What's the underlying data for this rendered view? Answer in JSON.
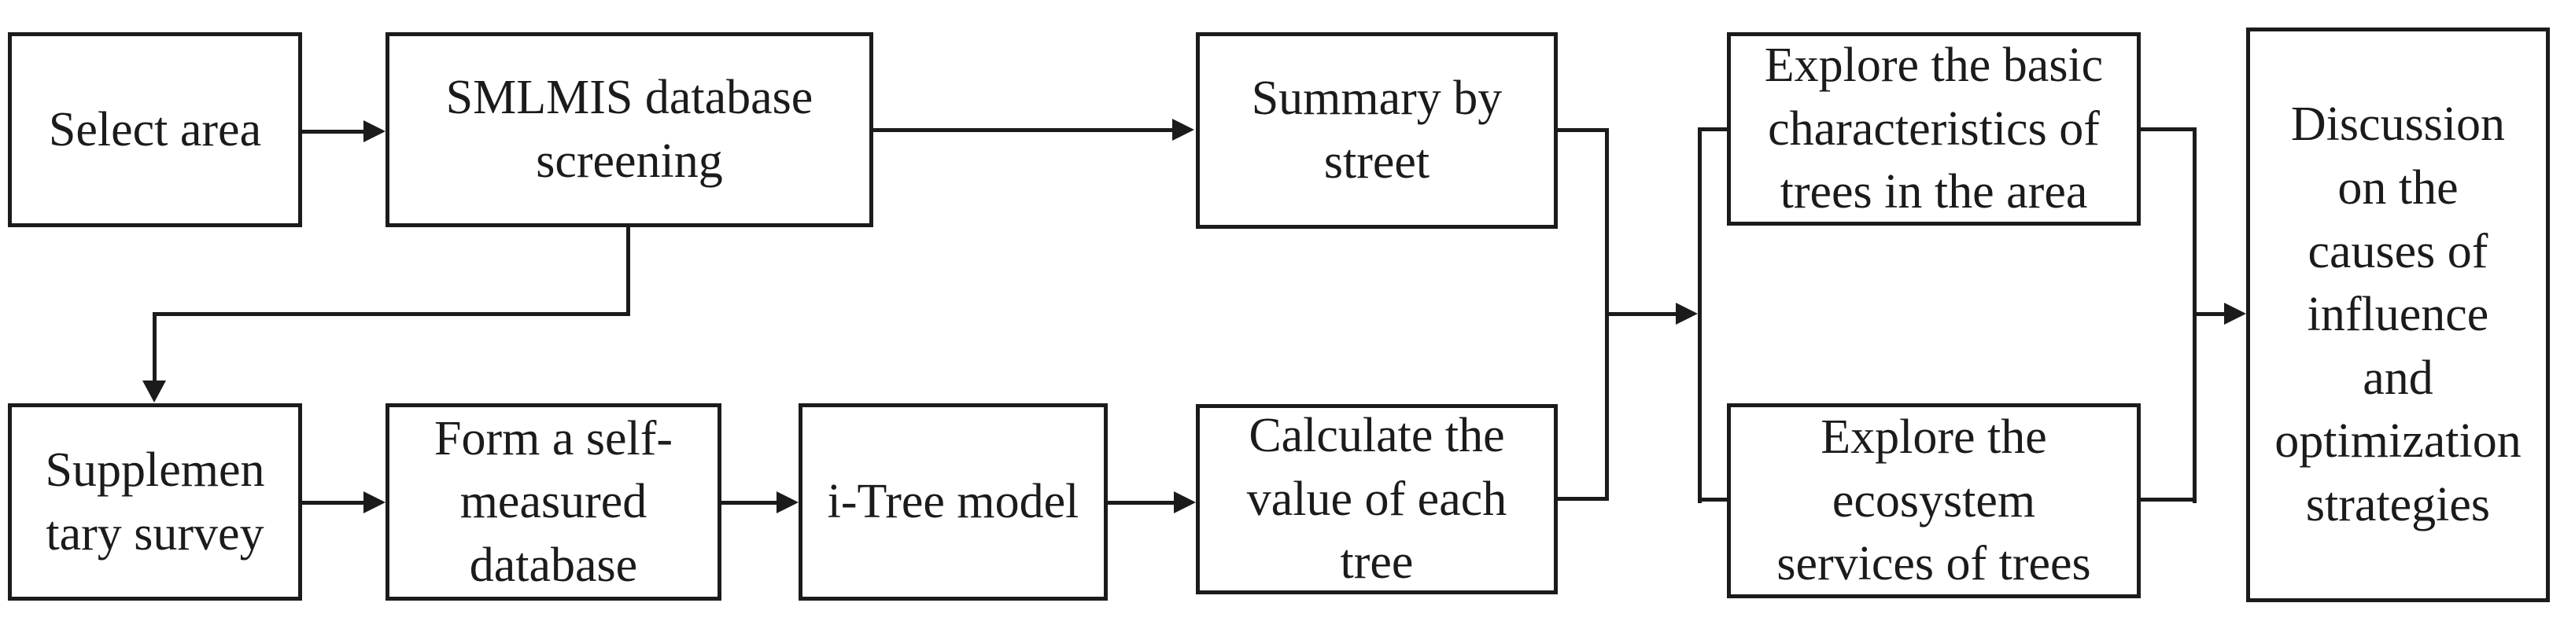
{
  "figure": {
    "type": "flowchart",
    "background_color": "#ffffff",
    "line_color": "#1b1b1b"
  },
  "boxes": {
    "select_area": {
      "text": "Select area"
    },
    "smlmis": {
      "text": "SMLMIS database\nscreening"
    },
    "summary": {
      "text": "Summary by\nstreet"
    },
    "explore_basic": {
      "text": "Explore the basic\ncharacteristics of\ntrees in the area"
    },
    "discussion": {
      "text": "Discussion\non the\ncauses of\ninfluence\nand\noptimization\nstrategies"
    },
    "supplementary": {
      "text": "Supplemen\ntary survey"
    },
    "form_db": {
      "text": "Form a  self-\nmeasured\ndatabase"
    },
    "itree": {
      "text": "i-Tree model"
    },
    "calculate": {
      "text": "Calculate the\nvalue of each\ntree"
    },
    "explore_eco": {
      "text": "Explore the\necosystem\nservices of trees"
    }
  },
  "flows": [
    "Select area -> SMLMIS database screening",
    "SMLMIS database screening -> Summary by street",
    "SMLMIS database screening -> Supplementary survey",
    "Supplementary survey -> Form a self-measured database",
    "Form a self-measured database -> i-Tree model",
    "i-Tree model -> Calculate the value of each tree",
    "Summary by street + Calculate the value of each tree -> Explore the basic characteristics of trees in the area + Explore the ecosystem services of trees",
    "Explore the basic characteristics of trees in the area + Explore the ecosystem services of trees -> Discussion on the causes of influence and optimization strategies"
  ]
}
